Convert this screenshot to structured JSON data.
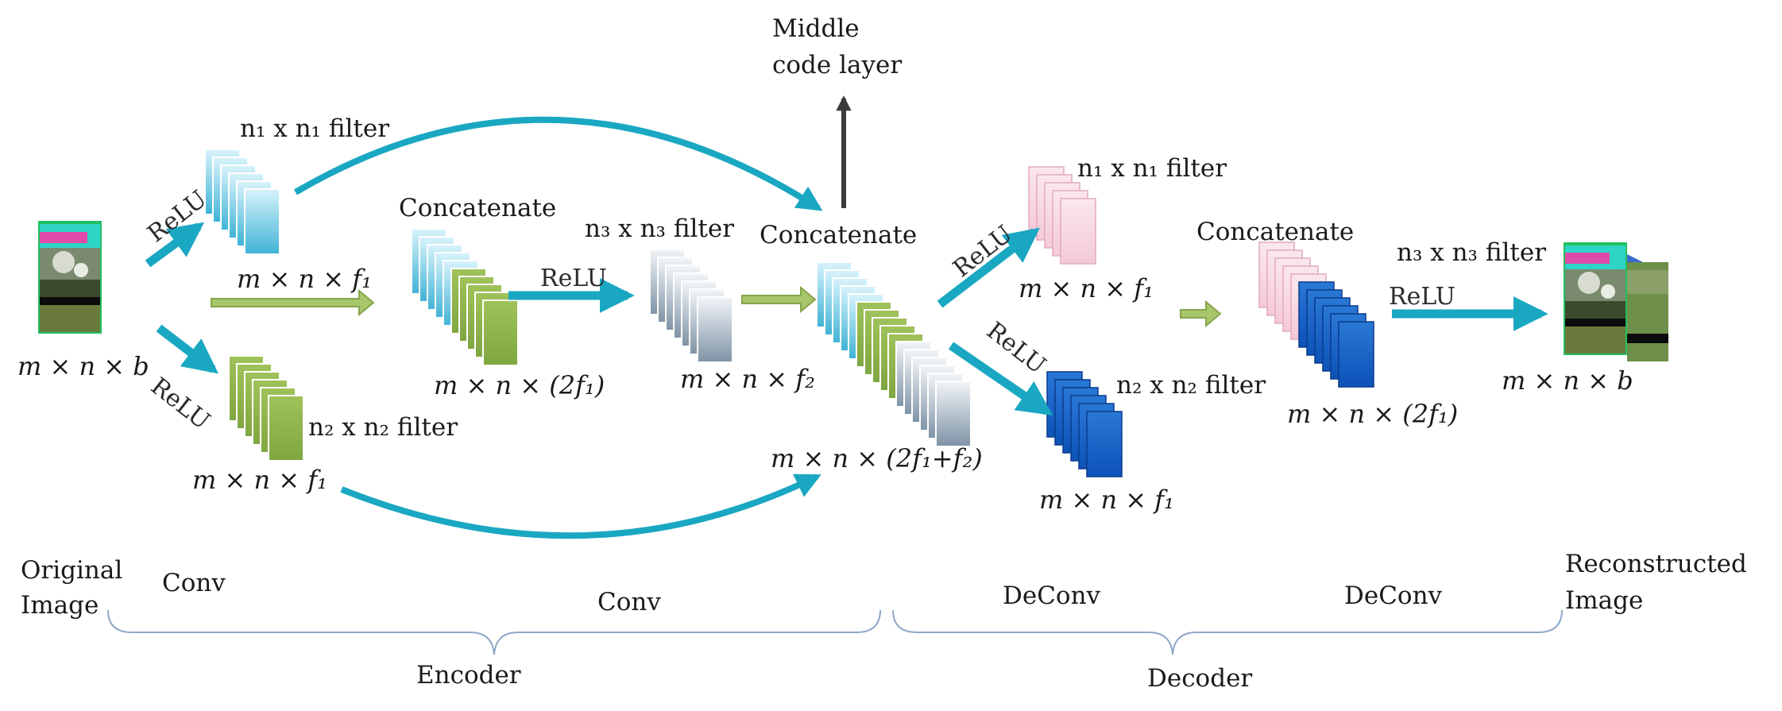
{
  "labels": {
    "middle_code_1": "Middle",
    "middle_code_2": "code layer",
    "filter_n1_top": "n₁ x n₁ filter",
    "filter_n2_left": "n₂ x n₂ filter",
    "filter_n3_mid": "n₃ x n₃ filter",
    "filter_n1_dec": "n₁ x n₁ filter",
    "filter_n2_dec": "n₂ x n₂ filter",
    "filter_n3_out": "n₃ x n₃ filter",
    "concat_1": "Concatenate",
    "concat_2": "Concatenate",
    "concat_3": "Concatenate",
    "relu_1": "ReLU",
    "relu_2": "ReLU",
    "relu_3": "ReLU",
    "relu_4": "ReLU",
    "relu_5": "ReLU",
    "relu_6": "ReLU",
    "dim_input": "m × n × b",
    "dim_top_f1": "m × n × f₁",
    "dim_bottom_f1": "m × n × f₁",
    "dim_concat1": "m × n × (2f₁)",
    "dim_f2": "m × n × f₂",
    "dim_concat2": "m × n × (2f₁+f₂)",
    "dim_dec_f1_top": "m × n × f₁",
    "dim_dec_f1_bottom": "m × n × f₁",
    "dim_concat3": "m × n × (2f₁)",
    "dim_output": "m × n × b"
  },
  "bottom": {
    "original_1": "Original",
    "original_2": "Image",
    "conv_1": "Conv",
    "conv_2": "Conv",
    "deconv_1": "DeConv",
    "deconv_2": "DeConv",
    "recon_1": "Reconstructed",
    "recon_2": "Image",
    "encoder": "Encoder",
    "decoder": "Decoder"
  },
  "colors": {
    "cyan": "#1aa7c2",
    "green": "#8db04a",
    "dark_blue": "#1860c4",
    "pink": "#f6d3e0",
    "gray_arrow": "#3b3b3b"
  }
}
